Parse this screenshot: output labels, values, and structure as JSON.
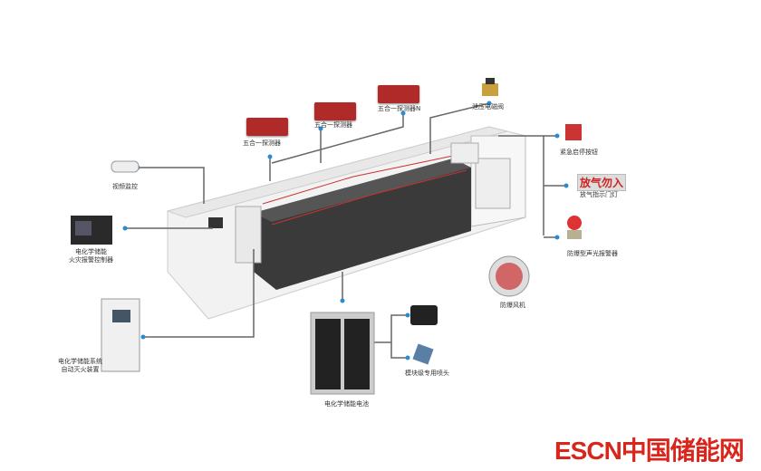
{
  "labels": {
    "detector1": "五合一探测器",
    "detector2": "五合一探测器",
    "detectorN": "五合一探测器N",
    "valve": "泄压电磁阀",
    "estop": "紧急启停按钮",
    "sign_text": "放气勿入",
    "door_light": "放气指示门灯",
    "alarm": "防爆型声光报警器",
    "fan": "防爆风机",
    "camera": "视频监控",
    "controller_l1": "电化学储能",
    "controller_l2": "火灾报警控制器",
    "extinguisher_l1": "电化学储能系统",
    "extinguisher_l2": "自动灭火装置",
    "battery": "电化学储能电池",
    "nozzle": "模块级专用喷头"
  },
  "logo": {
    "text": "ESCN中国储能网"
  },
  "colors": {
    "accent": "#2a8bd0",
    "line": "#666666",
    "red": "#b02a2a",
    "brand": "#d9261c"
  }
}
